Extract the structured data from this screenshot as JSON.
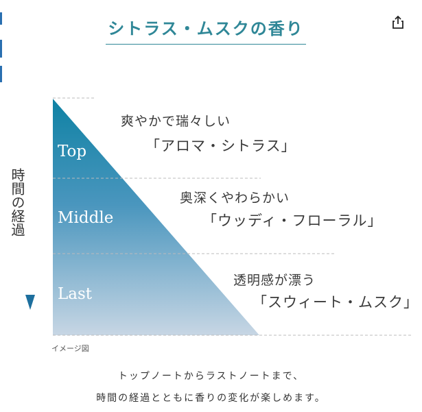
{
  "title": "シトラス・ムスクの香り",
  "axis": {
    "label": "時間の経過",
    "arrow_icon": "down-arrow-icon"
  },
  "share_icon": "share-icon",
  "layers": [
    {
      "name": "Top",
      "description": "爽やかで瑞々しい",
      "note": "「アロマ・シトラス」"
    },
    {
      "name": "Middle",
      "description": "奥深くやわらかい",
      "note": "「ウッディ・フローラル」"
    },
    {
      "name": "Last",
      "description": "透明感が漂う",
      "note": "「スウィート・ムスク」"
    }
  ],
  "image_note": "イメージ図",
  "caption": {
    "line1": "トップノートからラストノートまで、",
    "line2": "時間の経過とともに香りの変化が楽しめます。"
  },
  "colors": {
    "title": "#2f8797",
    "gradient_top": "#1a87a6",
    "gradient_bottom": "#c5d5e3",
    "arrow": "#2a7fa5",
    "left_strip": "#2a6fb0"
  }
}
